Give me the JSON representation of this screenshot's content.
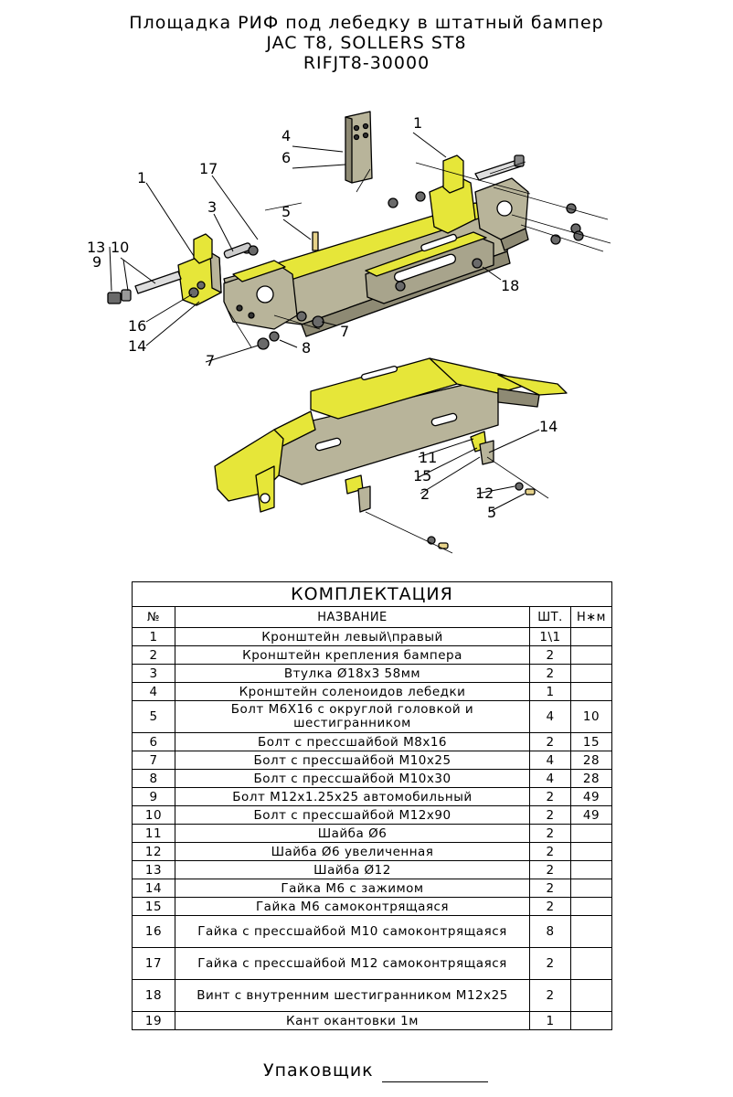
{
  "header": {
    "line1": "Площадка РИФ под лебедку в штатный бампер",
    "line2": "JAC T8, SOLLERS ST8",
    "line3": "RIFJT8-30000"
  },
  "colors": {
    "part_yellow": "#e6e639",
    "part_gray": "#b8b49a",
    "part_gray_dark": "#8e8a74",
    "outline": "#000000"
  },
  "callouts": [
    "1",
    "4",
    "6",
    "17",
    "3",
    "5",
    "1",
    "13",
    "10",
    "9",
    "16",
    "14",
    "7",
    "8",
    "7",
    "18",
    "14",
    "11",
    "15",
    "2",
    "12",
    "5"
  ],
  "table": {
    "caption": "КОМПЛЕКТАЦИЯ",
    "headers": {
      "no": "№",
      "name": "НАЗВАНИЕ",
      "qty": "ШТ.",
      "torque": "Н∗м"
    },
    "rows": [
      {
        "no": "1",
        "name": "Кронштейн левый\\правый",
        "qty": "1\\1",
        "torque": ""
      },
      {
        "no": "2",
        "name": "Кронштейн крепления бампера",
        "qty": "2",
        "torque": ""
      },
      {
        "no": "3",
        "name": "Втулка Ø18x3 58мм",
        "qty": "2",
        "torque": ""
      },
      {
        "no": "4",
        "name": "Кронштейн соленоидов лебедки",
        "qty": "1",
        "torque": ""
      },
      {
        "no": "5",
        "name": "Болт М6Х16 с округлой головкой и шестигранником",
        "qty": "4",
        "torque": "10"
      },
      {
        "no": "6",
        "name": "Болт с прессшайбой М8x16",
        "qty": "2",
        "torque": "15"
      },
      {
        "no": "7",
        "name": "Болт с прессшайбой М10x25",
        "qty": "4",
        "torque": "28"
      },
      {
        "no": "8",
        "name": "Болт с прессшайбой М10x30",
        "qty": "4",
        "torque": "28"
      },
      {
        "no": "9",
        "name": "Болт М12x1.25x25 автомобильный",
        "qty": "2",
        "torque": "49"
      },
      {
        "no": "10",
        "name": "Болт с прессшайбой М12x90",
        "qty": "2",
        "torque": "49"
      },
      {
        "no": "11",
        "name": "Шайба Ø6",
        "qty": "2",
        "torque": ""
      },
      {
        "no": "12",
        "name": "Шайба Ø6 увеличенная",
        "qty": "2",
        "torque": ""
      },
      {
        "no": "13",
        "name": "Шайба Ø12",
        "qty": "2",
        "torque": ""
      },
      {
        "no": "14",
        "name": "Гайка М6 с зажимом",
        "qty": "2",
        "torque": ""
      },
      {
        "no": "15",
        "name": "Гайка М6 самоконтрящаяся",
        "qty": "2",
        "torque": ""
      },
      {
        "no": "16",
        "name": "Гайка с прессшайбой М10 самоконтрящаяся",
        "qty": "8",
        "torque": ""
      },
      {
        "no": "17",
        "name": "Гайка с прессшайбой М12 самоконтрящаяся",
        "qty": "2",
        "torque": ""
      },
      {
        "no": "18",
        "name": "Винт с внутренним шестигранником М12x25",
        "qty": "2",
        "torque": ""
      },
      {
        "no": "19",
        "name": "Кант окантовки 1м",
        "qty": "1",
        "torque": ""
      }
    ]
  },
  "footer": {
    "packer_label": "Упаковщик"
  }
}
